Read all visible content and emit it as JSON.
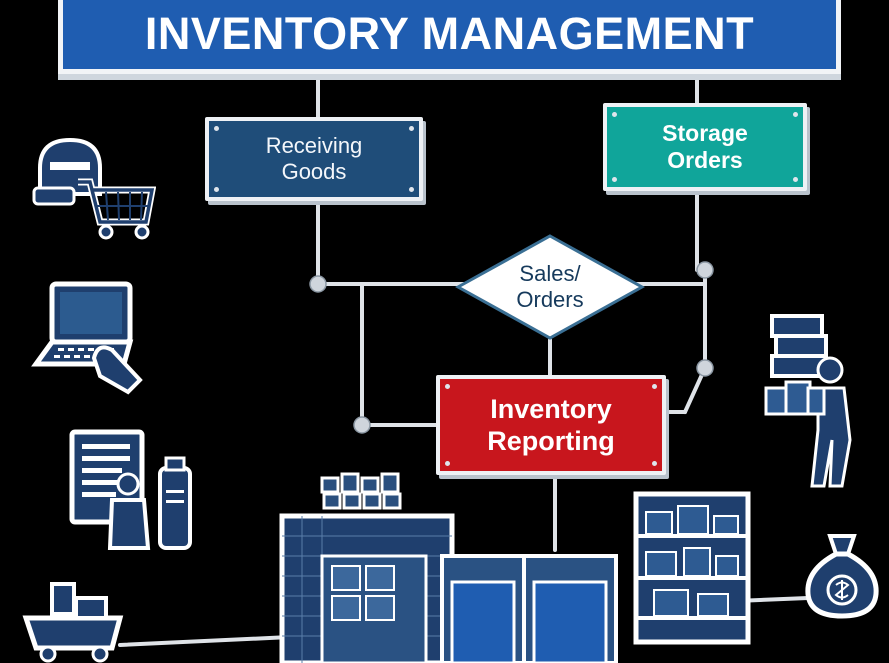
{
  "title": "INVENTORY MANAGEMENT",
  "nodes": {
    "receiving": "Receiving\nGoods",
    "storage": "Storage\nOrders",
    "sales": "Sales/\nOrders",
    "reporting": "Inventory\nReporting"
  },
  "colors": {
    "banner": "#1f5db1",
    "receiving": "#1f4d79",
    "storage": "#10a59a",
    "reporting": "#c8161d",
    "icon_navy": "#1f3f6e",
    "connector": "#dfe3e8"
  },
  "icons": [
    "shopping-cart-icon",
    "laptop-icon",
    "clipboard-worker-icon",
    "delivery-truck-icon",
    "warehouse-icon",
    "shelving-icon",
    "worker-with-boxes-icon",
    "money-bag-icon"
  ]
}
